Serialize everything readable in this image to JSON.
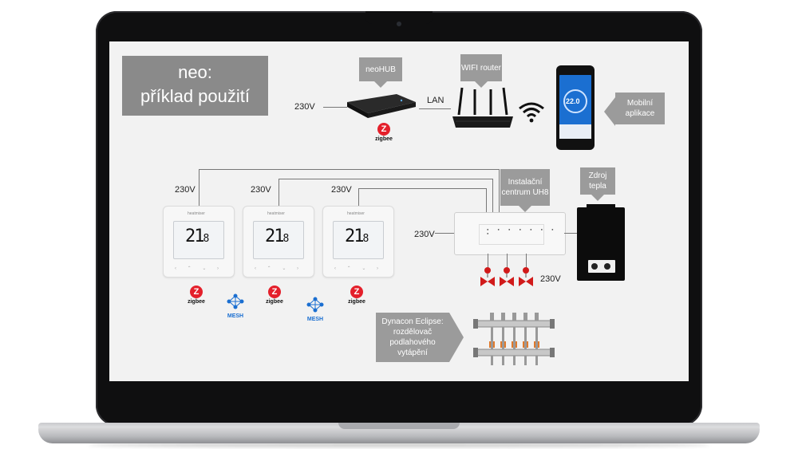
{
  "title": {
    "line1": "neo:",
    "line2": "příklad použití"
  },
  "callouts": {
    "neohub": "neoHUB",
    "wifi_router": "WIFI router",
    "mobile_app": "Mobilní aplikace",
    "uh8": "Instalační centrum UH8",
    "heat_source": "Zdroj tepla",
    "manifold": "Dynacon Eclipse: rozdělovač podlahového vytápění"
  },
  "labels": {
    "v230_hub": "230V",
    "lan": "LAN",
    "v230_t1": "230V",
    "v230_t2": "230V",
    "v230_t3": "230V",
    "v230_uh8": "230V",
    "v230_valves": "230V"
  },
  "thermostats": [
    {
      "temp": "21",
      "decimal": "8"
    },
    {
      "temp": "21",
      "decimal": "8"
    },
    {
      "temp": "21",
      "decimal": "8"
    }
  ],
  "badges": {
    "zigbee": "zigbee",
    "mesh": "MESH",
    "zigbee_letter": "Z"
  },
  "phone": {
    "temp": "22.0"
  },
  "colors": {
    "callout": "#9b9b9b",
    "title_box": "#8a8a8a",
    "zigbee": "#e4202b",
    "mesh": "#1b6fd1",
    "valve": "#d11a1a"
  },
  "icons": [
    "wifi-icon",
    "zigbee-icon",
    "mesh-icon",
    "valve-icon"
  ]
}
